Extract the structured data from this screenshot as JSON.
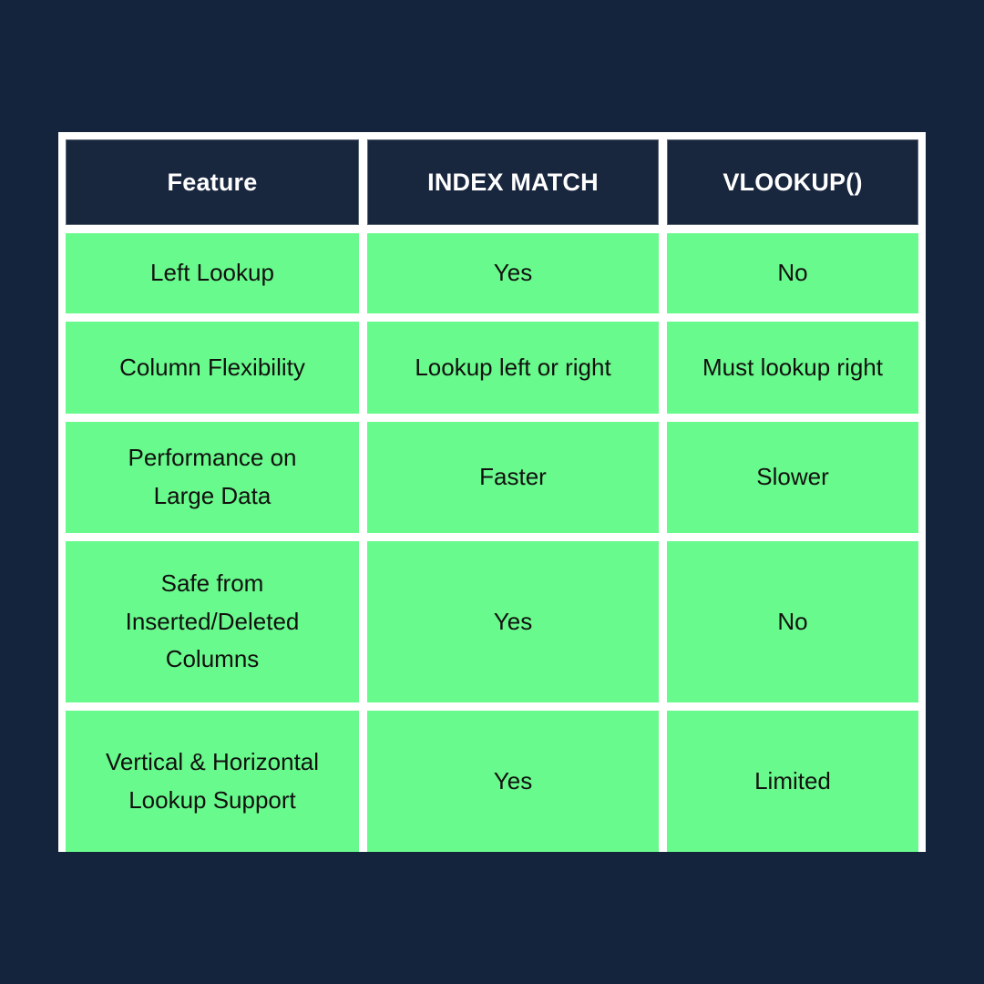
{
  "theme": {
    "page_background": "#13243c",
    "frame_color": "#ffffff",
    "header_cell_color": "#18263e",
    "header_text_color": "#ffffff",
    "data_cell_color": "#68fa8c",
    "data_text_color": "#11100f"
  },
  "table": {
    "headers": [
      "Feature",
      "INDEX MATCH",
      "VLOOKUP()"
    ],
    "rows": [
      {
        "feature": "Left Lookup",
        "index_match": "Yes",
        "vlookup": "No"
      },
      {
        "feature": "Column Flexibility",
        "index_match": "Lookup left or right",
        "vlookup": "Must lookup right"
      },
      {
        "feature": "Performance on\nLarge Data",
        "index_match": "Faster",
        "vlookup": "Slower"
      },
      {
        "feature": "Safe from\nInserted/Deleted\nColumns",
        "index_match": "Yes",
        "vlookup": "No"
      },
      {
        "feature": "Vertical & Horizontal\nLookup Support",
        "index_match": "Yes",
        "vlookup": "Limited"
      }
    ]
  }
}
